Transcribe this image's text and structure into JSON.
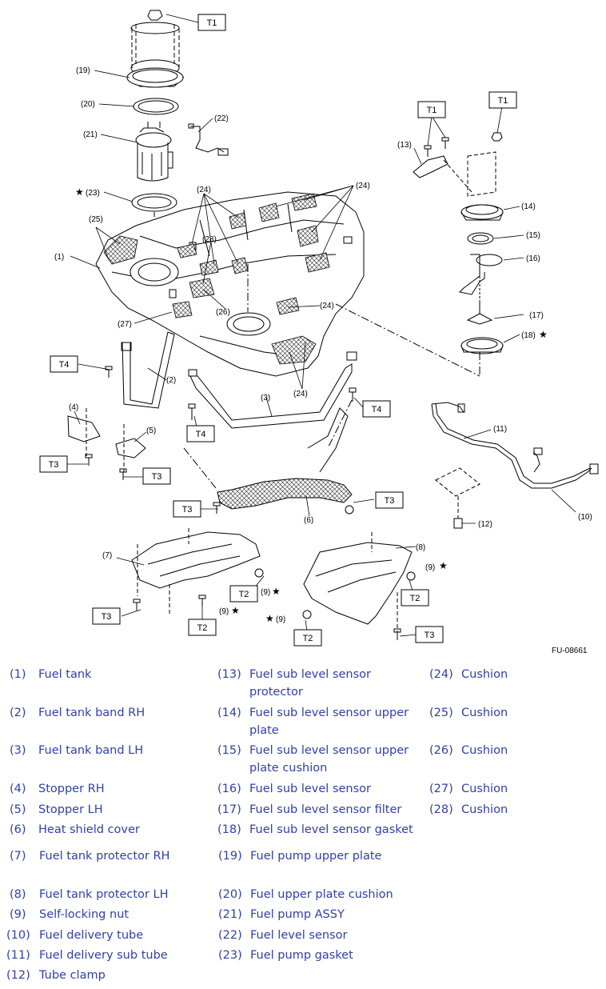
{
  "figure_id": "FU-08661",
  "torque_labels": [
    "T1",
    "T1",
    "T1",
    "T2",
    "T2",
    "T2",
    "T2",
    "T3",
    "T3",
    "T3",
    "T3",
    "T3",
    "T3",
    "T4",
    "T4",
    "T4"
  ],
  "callouts": {
    "c1": "(1)",
    "c2": "(2)",
    "c3": "(3)",
    "c4": "(4)",
    "c5": "(5)",
    "c6": "(6)",
    "c7": "(7)",
    "c8": "(8)",
    "c9a": "(9)",
    "c9b": "(9)",
    "c9c": "(9)",
    "c9d": "(9)",
    "c10": "(10)",
    "c11": "(11)",
    "c12": "(12)",
    "c13": "(13)",
    "c14": "(14)",
    "c15": "(15)",
    "c16": "(16)",
    "c17": "(17)",
    "c18": "(18)",
    "c19": "(19)",
    "c20": "(20)",
    "c21": "(21)",
    "c22": "(22)",
    "c23": "(23)",
    "c24a": "(24)",
    "c24b": "(24)",
    "c24c": "(24)",
    "c24d": "(24)",
    "c25": "(25)",
    "c26": "(26)",
    "c27": "(27)",
    "c28": "(28)"
  },
  "star_symbol": "★",
  "legend": [
    {
      "num": "(1)",
      "text": "Fuel tank"
    },
    {
      "num": "(2)",
      "text": "Fuel tank band RH"
    },
    {
      "num": "(3)",
      "text": "Fuel tank band LH"
    },
    {
      "num": "(4)",
      "text": "Stopper RH"
    },
    {
      "num": "(5)",
      "text": "Stopper LH"
    },
    {
      "num": "(6)",
      "text": "Heat shield cover"
    },
    {
      "num": "(7)",
      "text": "Fuel tank protector RH"
    },
    {
      "num": "(8)",
      "text": "Fuel tank protector LH"
    },
    {
      "num": "(9)",
      "text": "Self-locking nut"
    },
    {
      "num": "(10)",
      "text": "Fuel delivery tube"
    },
    {
      "num": "(11)",
      "text": "Fuel delivery sub tube"
    },
    {
      "num": "(12)",
      "text": "Tube clamp"
    },
    {
      "num": "(13)",
      "text": "Fuel sub level sensor protector"
    },
    {
      "num": "(14)",
      "text": "Fuel sub level sensor upper plate"
    },
    {
      "num": "(15)",
      "text": "Fuel sub level sensor upper plate cushion"
    },
    {
      "num": "(16)",
      "text": "Fuel sub level sensor"
    },
    {
      "num": "(17)",
      "text": "Fuel sub level sensor filter"
    },
    {
      "num": "(18)",
      "text": "Fuel sub level sensor gasket"
    },
    {
      "num": "(19)",
      "text": "Fuel pump upper plate"
    },
    {
      "num": "(20)",
      "text": "Fuel upper plate cushion"
    },
    {
      "num": "(21)",
      "text": "Fuel pump ASSY"
    },
    {
      "num": "(22)",
      "text": "Fuel level sensor"
    },
    {
      "num": "(23)",
      "text": "Fuel pump gasket"
    },
    {
      "num": "(24)",
      "text": "Cushion"
    },
    {
      "num": "(25)",
      "text": "Cushion"
    },
    {
      "num": "(26)",
      "text": "Cushion"
    },
    {
      "num": "(27)",
      "text": "Cushion"
    },
    {
      "num": "(28)",
      "text": "Cushion"
    }
  ]
}
